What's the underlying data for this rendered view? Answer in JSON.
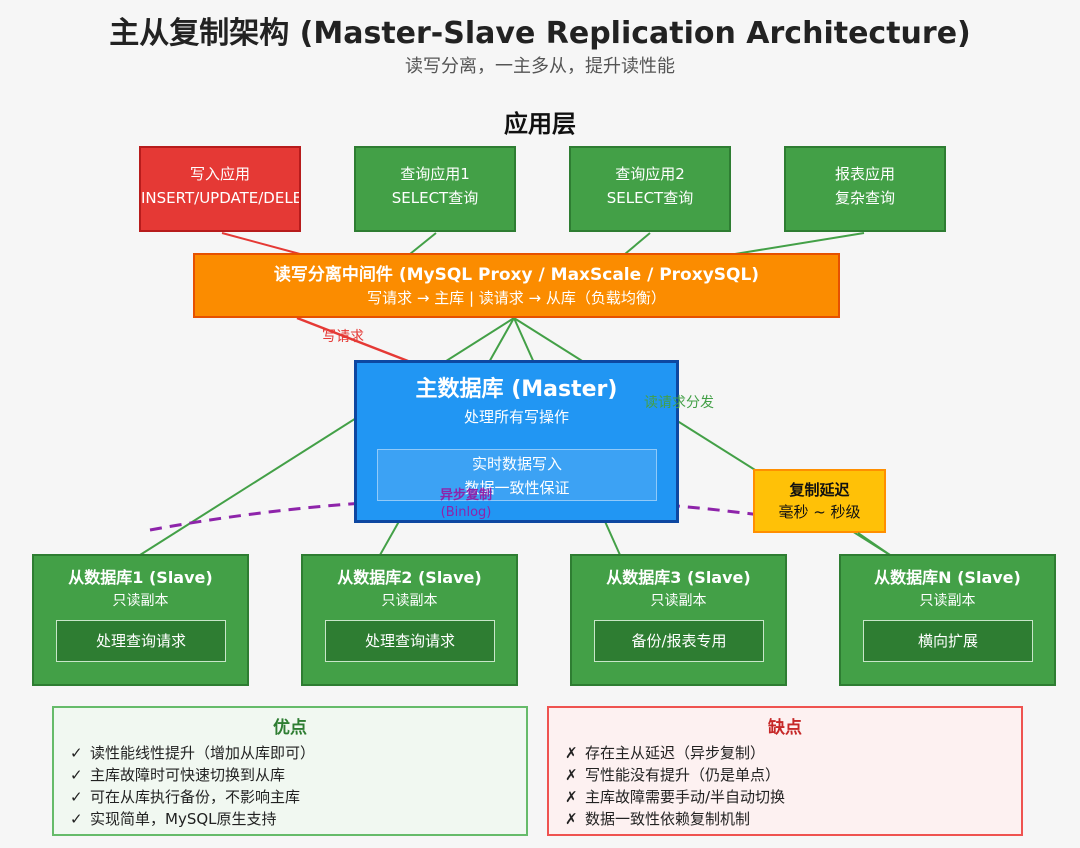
{
  "header": {
    "title": "主从复制架构 (Master-Slave Replication Architecture)",
    "subtitle": "读写分离，一主多从，提升读性能"
  },
  "app_layer": {
    "title": "应用层",
    "apps": [
      {
        "line1": "写入应用",
        "line2": "INSERT/UPDATE/DELETE"
      },
      {
        "line1": "查询应用1",
        "line2": "SELECT查询"
      },
      {
        "line1": "查询应用2",
        "line2": "SELECT查询"
      },
      {
        "line1": "报表应用",
        "line2": "复杂查询"
      }
    ]
  },
  "middleware": {
    "title": "读写分离中间件 (MySQL Proxy / MaxScale / ProxySQL)",
    "subtitle": "写请求 → 主库 | 读请求 → 从库（负载均衡）"
  },
  "master": {
    "title": "主数据库 (Master)",
    "subtitle": "处理所有写操作",
    "inner_line1": "实时数据写入",
    "inner_line2": "数据一致性保证"
  },
  "labels": {
    "write_request": "写请求",
    "read_distribution": "读请求分发",
    "sync_line1": "异步复制",
    "sync_line2": "(Binlog)"
  },
  "delay": {
    "title": "复制延迟",
    "value": "毫秒 ~ 秒级"
  },
  "slaves": [
    {
      "title": "从数据库1 (Slave)",
      "subtitle": "只读副本",
      "role": "处理查询请求"
    },
    {
      "title": "从数据库2 (Slave)",
      "subtitle": "只读副本",
      "role": "处理查询请求"
    },
    {
      "title": "从数据库3 (Slave)",
      "subtitle": "只读副本",
      "role": "备份/报表专用"
    },
    {
      "title": "从数据库N (Slave)",
      "subtitle": "只读副本",
      "role": "横向扩展"
    }
  ],
  "pros": {
    "title": "优点",
    "marker": "✓",
    "items": [
      "读性能线性提升（增加从库即可）",
      "主库故障时可快速切换到从库",
      "可在从库执行备份，不影响主库",
      "实现简单，MySQL原生支持"
    ]
  },
  "cons": {
    "title": "缺点",
    "marker": "✗",
    "items": [
      "存在主从延迟（异步复制）",
      "写性能没有提升（仍是单点）",
      "主库故障需要手动/半自动切换",
      "数据一致性依赖复制机制"
    ]
  },
  "colors": {
    "write": "#e53935",
    "read": "#43a047",
    "middleware": "#fb8c00",
    "master": "#2196f3",
    "delay": "#ffc107",
    "sync": "#8e24aa"
  }
}
